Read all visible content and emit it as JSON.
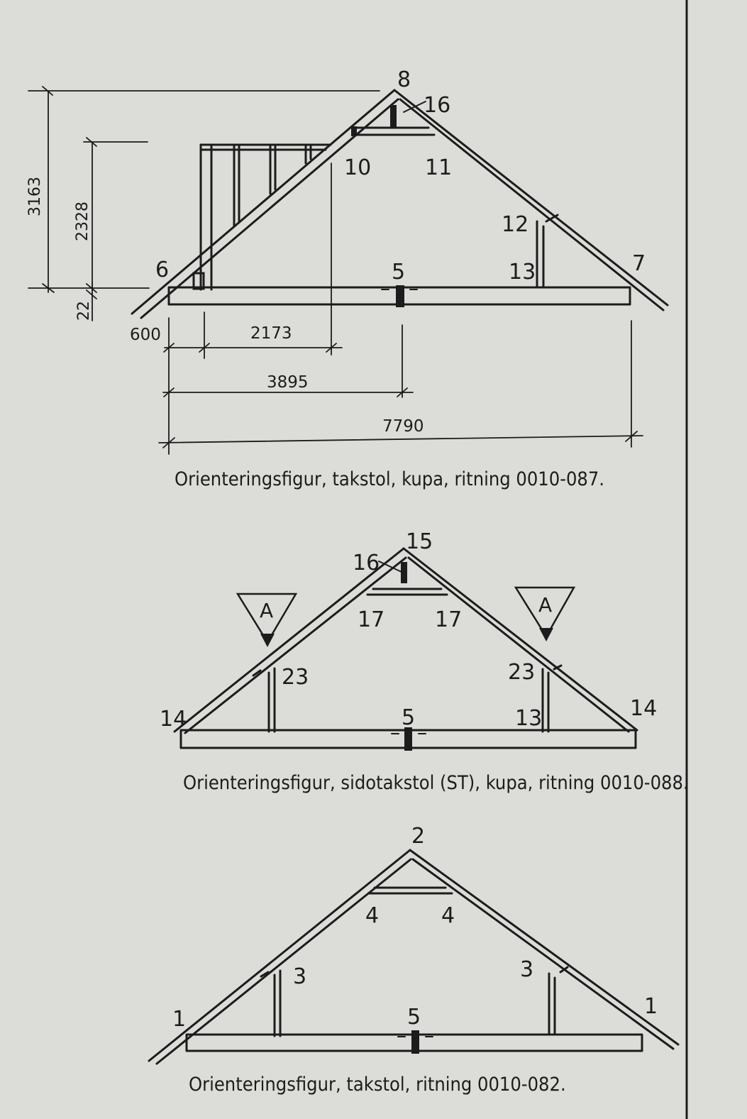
{
  "figure1": {
    "caption": "Orienteringsfigur, takstol, kupa, ritning 0010-087.",
    "part_labels": [
      "8",
      "16",
      "10",
      "11",
      "12",
      "13",
      "5",
      "6",
      "7"
    ],
    "dimensions": {
      "height_total": "3163",
      "height_kupa": "2328",
      "height_base": "22",
      "overhang": "600",
      "kupa_width": "2173",
      "half_span": "3895",
      "span": "7790"
    }
  },
  "figure2": {
    "caption": "Orienteringsfigur, sidotakstol (ST), kupa, ritning 0010-088.",
    "part_labels": [
      "15",
      "16",
      "17",
      "17",
      "23",
      "23",
      "14",
      "14",
      "5",
      "13"
    ],
    "section_markers": [
      "A",
      "A"
    ]
  },
  "figure3": {
    "caption": "Orienteringsfigur, takstol, ritning 0010-082.",
    "part_labels": [
      "2",
      "4",
      "4",
      "3",
      "3",
      "1",
      "1",
      "5"
    ]
  }
}
